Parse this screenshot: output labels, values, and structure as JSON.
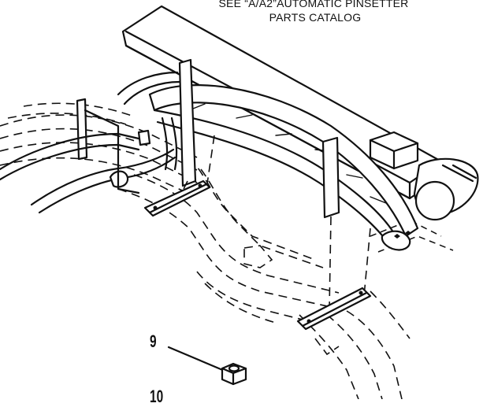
{
  "reference_note": {
    "line1": "SEE “A/A2”AUTOMATIC PINSETTER",
    "line2": "PARTS CATALOG"
  },
  "callouts": {
    "nine": "9",
    "ten": "10"
  },
  "colors": {
    "ink": "#111111",
    "paper": "#ffffff"
  }
}
